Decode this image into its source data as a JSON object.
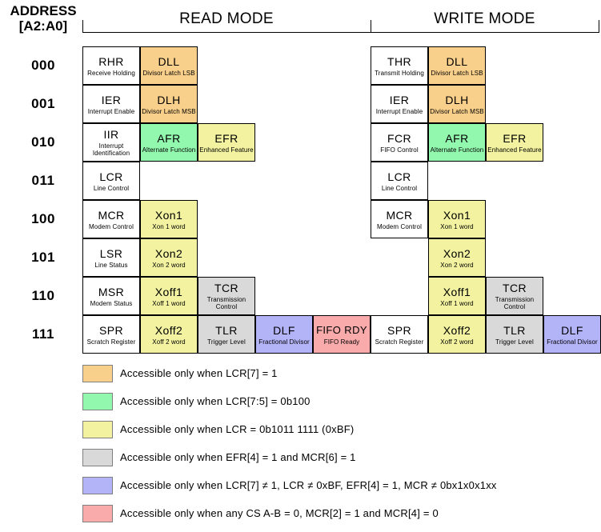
{
  "header": {
    "address_title_line1": "ADDRESS",
    "address_title_line2": "[A2:A0]",
    "read_mode": "READ MODE",
    "write_mode": "WRITE MODE"
  },
  "colors": {
    "orange": "#f9d08b",
    "green": "#92f8ae",
    "yellow": "#f2f2a0",
    "gray": "#d9d9d9",
    "blue": "#b3b3f7",
    "pink": "#f9aaaa",
    "white": "#ffffff"
  },
  "rows": [
    {
      "address": "000",
      "read": [
        {
          "abbr": "RHR",
          "desc": "Receive Holding",
          "color": "white"
        },
        {
          "abbr": "DLL",
          "desc": "Divisor Latch LSB",
          "color": "orange"
        }
      ],
      "write": [
        {
          "abbr": "THR",
          "desc": "Transmit Holding",
          "color": "white"
        },
        {
          "abbr": "DLL",
          "desc": "Divisor Latch LSB",
          "color": "orange"
        }
      ]
    },
    {
      "address": "001",
      "read": [
        {
          "abbr": "IER",
          "desc": "Interrupt Enable",
          "color": "white"
        },
        {
          "abbr": "DLH",
          "desc": "Divisor Latch MSB",
          "color": "orange"
        }
      ],
      "write": [
        {
          "abbr": "IER",
          "desc": "Interrupt Enable",
          "color": "white"
        },
        {
          "abbr": "DLH",
          "desc": "Divisor Latch MSB",
          "color": "orange"
        }
      ]
    },
    {
      "address": "010",
      "read": [
        {
          "abbr": "IIR",
          "desc": "Interrupt Identification",
          "color": "white"
        },
        {
          "abbr": "AFR",
          "desc": "Alternate Function",
          "color": "green"
        },
        {
          "abbr": "EFR",
          "desc": "Enhanced Feature",
          "color": "yellow"
        }
      ],
      "write": [
        {
          "abbr": "FCR",
          "desc": "FIFO Control",
          "color": "white"
        },
        {
          "abbr": "AFR",
          "desc": "Alternate Function",
          "color": "green"
        },
        {
          "abbr": "EFR",
          "desc": "Enhanced Feature",
          "color": "yellow"
        }
      ]
    },
    {
      "address": "011",
      "read": [
        {
          "abbr": "LCR",
          "desc": "Line Control",
          "color": "white"
        }
      ],
      "write": [
        {
          "abbr": "LCR",
          "desc": "Line Control",
          "color": "white"
        }
      ]
    },
    {
      "address": "100",
      "read": [
        {
          "abbr": "MCR",
          "desc": "Modem Control",
          "color": "white"
        },
        {
          "abbr": "Xon1",
          "desc": "Xon 1 word",
          "color": "yellow"
        }
      ],
      "write": [
        {
          "abbr": "MCR",
          "desc": "Modem Control",
          "color": "white"
        },
        {
          "abbr": "Xon1",
          "desc": "Xon 1 word",
          "color": "yellow"
        }
      ]
    },
    {
      "address": "101",
      "read": [
        {
          "abbr": "LSR",
          "desc": "Line Status",
          "color": "white"
        },
        {
          "abbr": "Xon2",
          "desc": "Xon 2 word",
          "color": "yellow"
        }
      ],
      "write": [
        {
          "abbr": "",
          "desc": "",
          "color": "none"
        },
        {
          "abbr": "Xon2",
          "desc": "Xon 2 word",
          "color": "yellow"
        }
      ]
    },
    {
      "address": "110",
      "read": [
        {
          "abbr": "MSR",
          "desc": "Modem Status",
          "color": "white"
        },
        {
          "abbr": "Xoff1",
          "desc": "Xoff 1 word",
          "color": "yellow"
        },
        {
          "abbr": "TCR",
          "desc": "Transmission Control",
          "color": "gray"
        }
      ],
      "write": [
        {
          "abbr": "",
          "desc": "",
          "color": "none"
        },
        {
          "abbr": "Xoff1",
          "desc": "Xoff 1 word",
          "color": "yellow"
        },
        {
          "abbr": "TCR",
          "desc": "Transmission Control",
          "color": "gray"
        }
      ]
    },
    {
      "address": "111",
      "read": [
        {
          "abbr": "SPR",
          "desc": "Scratch Register",
          "color": "white"
        },
        {
          "abbr": "Xoff2",
          "desc": "Xoff 2 word",
          "color": "yellow"
        },
        {
          "abbr": "TLR",
          "desc": "Trigger Level",
          "color": "gray"
        },
        {
          "abbr": "DLF",
          "desc": "Fractional Divisor",
          "color": "blue"
        },
        {
          "abbr": "FIFO RDY",
          "desc": "FIFO Ready",
          "color": "pink"
        }
      ],
      "write": [
        {
          "abbr": "SPR",
          "desc": "Scratch Register",
          "color": "white"
        },
        {
          "abbr": "Xoff2",
          "desc": "Xoff 2 word",
          "color": "yellow"
        },
        {
          "abbr": "TLR",
          "desc": "Trigger Level",
          "color": "gray"
        },
        {
          "abbr": "DLF",
          "desc": "Fractional Divisor",
          "color": "blue"
        }
      ]
    }
  ],
  "legend": [
    {
      "color": "orange",
      "text": "Accessible only when LCR[7] = 1"
    },
    {
      "color": "green",
      "text": "Accessible only when LCR[7:5] = 0b100"
    },
    {
      "color": "yellow",
      "text": "Accessible only when LCR = 0b1011 1111 (0xBF)"
    },
    {
      "color": "gray",
      "text": "Accessible only when EFR[4] = 1 and MCR[6] = 1"
    },
    {
      "color": "blue",
      "text": "Accessible only when LCR[7] ≠ 1, LCR ≠ 0xBF, EFR[4] = 1, MCR  ≠  0bx1x0x1xx"
    },
    {
      "color": "pink",
      "text": "Accessible only when any CS A-B = 0, MCR[2] = 1 and MCR[4] = 0"
    }
  ]
}
